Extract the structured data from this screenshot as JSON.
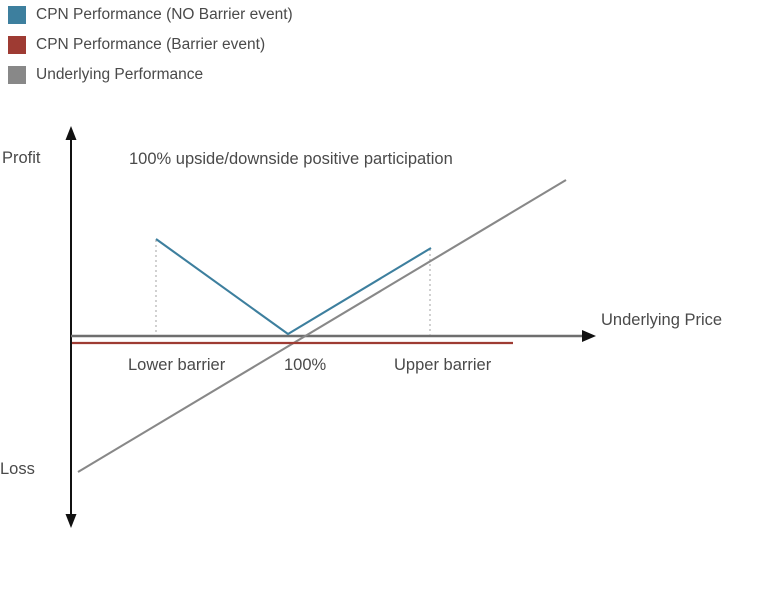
{
  "legend": {
    "items": [
      {
        "label": "CPN Performance (NO Barrier event)",
        "color": "#3d7f9e",
        "icon": "legend-swatch-blue"
      },
      {
        "label": "CPN Performance (Barrier event)",
        "color": "#9e3b33",
        "icon": "legend-swatch-red"
      },
      {
        "label": "Underlying Performance",
        "color": "#888888",
        "icon": "legend-swatch-gray"
      }
    ]
  },
  "chart_data": {
    "type": "line",
    "title": "",
    "xlabel": "Underlying Price",
    "ylabel_positive": "Profit",
    "ylabel_negative": "Loss",
    "grid": false,
    "legend_position": "top-left",
    "annotations": [
      {
        "text": "100% upside/downside positive participation",
        "x": 129,
        "y": 149
      }
    ],
    "x_ticks": [
      {
        "label": "Lower barrier",
        "value": "Lower barrier"
      },
      {
        "label": "100%",
        "value": "100%"
      },
      {
        "label": "Upper barrier",
        "value": "Upper barrier"
      }
    ],
    "axis_colors": {
      "x_axis": "#6e6e6e",
      "y_axis": "#111111",
      "barrier_guides": "#bdbdbd"
    },
    "series": [
      {
        "name": "CPN Performance (NO Barrier event)",
        "color": "#3d7f9e",
        "type": "line",
        "points": [
          {
            "x": "Lower barrier",
            "y": 0.62
          },
          {
            "x": "100%",
            "y": 0.0
          },
          {
            "x": "Upper barrier",
            "y": 0.56
          }
        ]
      },
      {
        "name": "CPN Performance (Barrier event)",
        "color": "#9e3b33",
        "type": "line",
        "points": [
          {
            "x": "left edge",
            "y": -0.05
          },
          {
            "x": "right edge",
            "y": -0.05
          }
        ]
      },
      {
        "name": "Underlying Performance",
        "color": "#888888",
        "type": "line",
        "points": [
          {
            "x": "far left",
            "y": -0.87
          },
          {
            "x": "100%",
            "y": 0.0
          },
          {
            "x": "far right",
            "y": 1.0
          }
        ]
      }
    ]
  }
}
